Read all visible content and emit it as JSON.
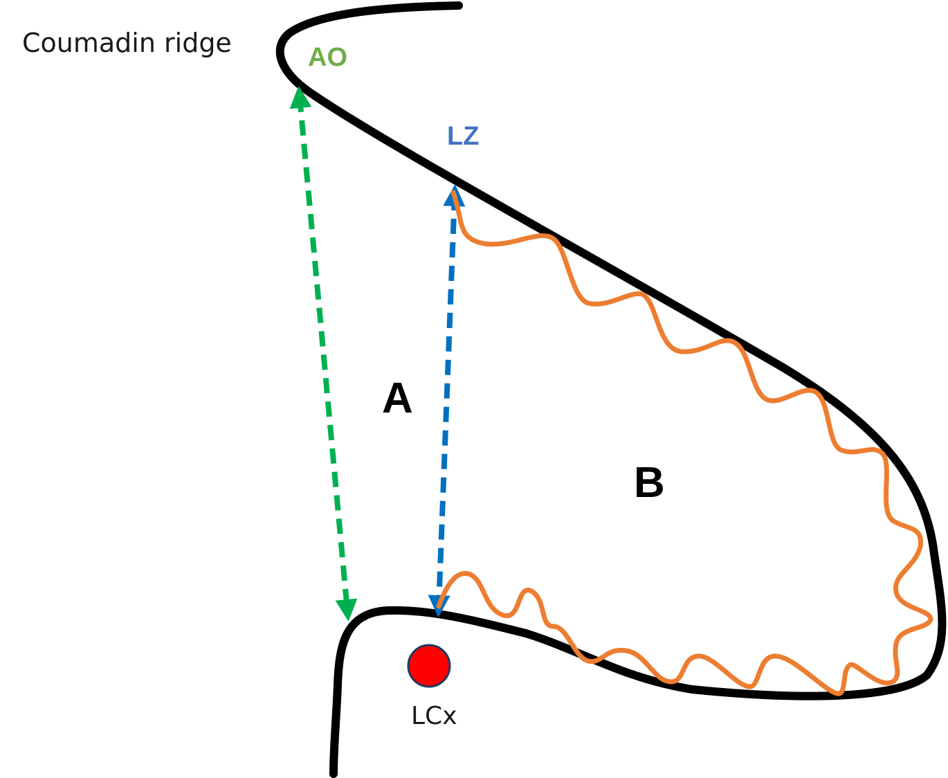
{
  "labels": {
    "coumadin_ridge": "Coumadin ridge",
    "ao": "AO",
    "lz": "LZ",
    "region_a": "A",
    "region_b": "B",
    "lcx": "LCx"
  },
  "colors": {
    "outline": "#000000",
    "ao_label": "#70ad47",
    "lz_label": "#4472c4",
    "ao_arrow": "#00b050",
    "lz_arrow": "#0070c0",
    "trabeculation": "#ed7d31",
    "lcx_dot": "#ff0000",
    "lcx_dot_border": "#1f3864"
  }
}
